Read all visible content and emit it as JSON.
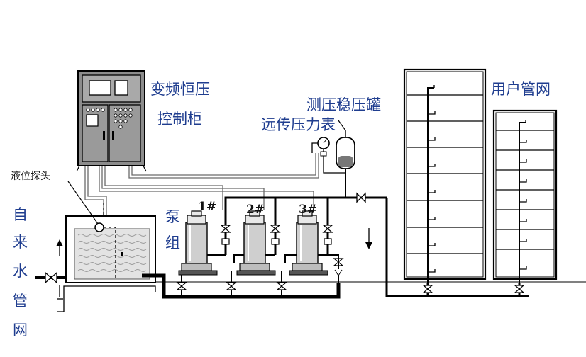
{
  "labels": {
    "cabinet_line1": "变频恒压",
    "cabinet_line2": "控制柜",
    "level_probe": "液位探头",
    "pressure_tank": "测压稳压罐",
    "remote_gauge": "远传压力表",
    "user_network": "用户管网",
    "pump_group_1": "泵",
    "pump_group_2": "组",
    "pump_1": "1#",
    "pump_2": "2#",
    "pump_3": "3#",
    "city_water_1": "自",
    "city_water_2": "来",
    "city_water_3": "水",
    "city_water_4": "管",
    "city_water_5": "网"
  },
  "colors": {
    "label_blue": "#1f3d8f",
    "line": "#000000",
    "panel_gray": "#8a8a8a",
    "tank_water": "#e3e3e3"
  }
}
